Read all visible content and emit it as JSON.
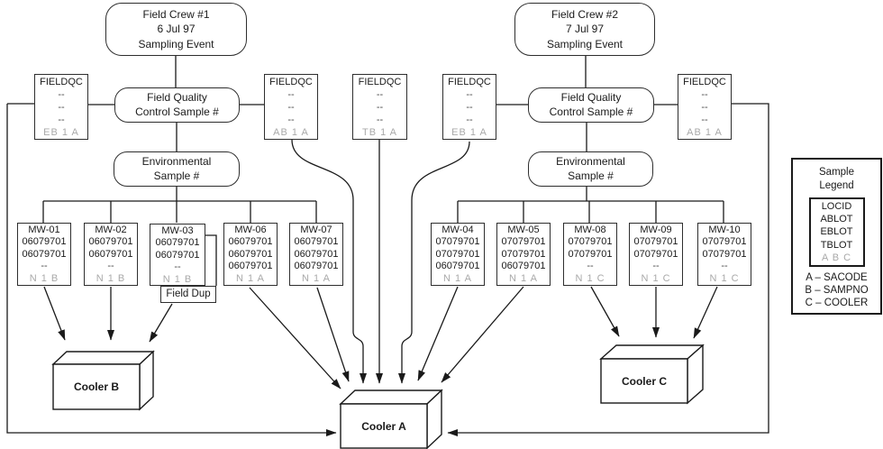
{
  "diagram": {
    "crews": [
      {
        "title": "Field Crew #1",
        "date": "6 Jul 97",
        "event": "Sampling Event",
        "qc1": "Field Quality",
        "qc2": "Control Sample #",
        "env1": "Environmental",
        "env2": "Sample #"
      },
      {
        "title": "Field Crew #2",
        "date": "7 Jul 97",
        "event": "Sampling Event",
        "qc1": "Field Quality",
        "qc2": "Control Sample #",
        "env1": "Environmental",
        "env2": "Sample #"
      }
    ],
    "fieldqc": [
      {
        "title": "FIELDQC",
        "rows": [
          "--",
          "--",
          "--"
        ],
        "code": "EB 1 A"
      },
      {
        "title": "FIELDQC",
        "rows": [
          "--",
          "--",
          "--"
        ],
        "code": "AB 1 A"
      },
      {
        "title": "FIELDQC",
        "rows": [
          "--",
          "--",
          "--"
        ],
        "code": "TB 1 A"
      },
      {
        "title": "FIELDQC",
        "rows": [
          "--",
          "--",
          "--"
        ],
        "code": "EB 1 A"
      },
      {
        "title": "FIELDQC",
        "rows": [
          "--",
          "--",
          "--"
        ],
        "code": "AB 1 A"
      }
    ],
    "wells": [
      {
        "name": "MW-01",
        "rows": [
          "06079701",
          "06079701",
          "--"
        ],
        "code": "N 1 B"
      },
      {
        "name": "MW-02",
        "rows": [
          "06079701",
          "06079701",
          "--"
        ],
        "code": "N 1 B"
      },
      {
        "name": "MW-03",
        "rows": [
          "06079701",
          "06079701",
          "--"
        ],
        "code": "N 1 B"
      },
      {
        "name": "MW-06",
        "rows": [
          "06079701",
          "06079701",
          "06079701"
        ],
        "code": "N 1 A"
      },
      {
        "name": "MW-07",
        "rows": [
          "06079701",
          "06079701",
          "06079701"
        ],
        "code": "N 1 A"
      },
      {
        "name": "MW-04",
        "rows": [
          "07079701",
          "07079701",
          "06079701"
        ],
        "code": "N 1 A"
      },
      {
        "name": "MW-05",
        "rows": [
          "07079701",
          "07079701",
          "06079701"
        ],
        "code": "N 1 A"
      },
      {
        "name": "MW-08",
        "rows": [
          "07079701",
          "07079701",
          "--"
        ],
        "code": "N 1 C"
      },
      {
        "name": "MW-09",
        "rows": [
          "07079701",
          "07079701",
          "--"
        ],
        "code": "N 1 C"
      },
      {
        "name": "MW-10",
        "rows": [
          "07079701",
          "07079701",
          "--"
        ],
        "code": "N 1 C"
      }
    ],
    "field_dup_label": "Field Dup",
    "coolers": {
      "a": "Cooler A",
      "b": "Cooler B",
      "c": "Cooler C"
    },
    "legend": {
      "title1": "Sample",
      "title2": "Legend",
      "fields": [
        "LOCID",
        "ABLOT",
        "EBLOT",
        "TBLOT"
      ],
      "codes": "A B C",
      "defs": [
        "A – SACODE",
        "B – SAMPNO",
        "C – COOLER"
      ]
    },
    "colors": {
      "line": "#1a1a1a",
      "muted": "#a9a9a9",
      "dash": "#474747",
      "background": "#ffffff"
    }
  }
}
